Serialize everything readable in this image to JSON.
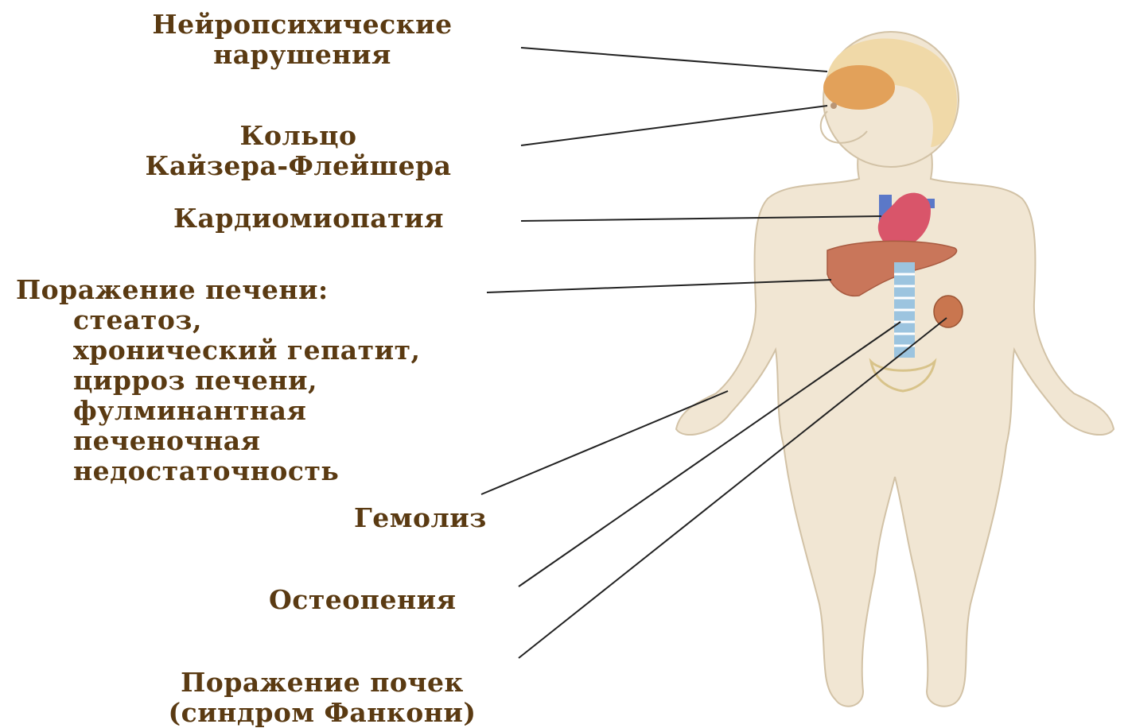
{
  "labels": {
    "neuro": [
      "Нейропсихические",
      "нарушения"
    ],
    "kayser": [
      "Кольцо",
      "Кайзера-Флейшера"
    ],
    "cardio": [
      "Кардиомиопатия"
    ],
    "liver_title": "Поражение печени:",
    "liver_items": [
      "стеатоз,",
      "хронический гепатит,",
      "цирроз печени,",
      "фулминантная",
      "печеночная",
      "недостаточность"
    ],
    "hemolysis": [
      "Гемолиз"
    ],
    "osteopenia": [
      "Остеопения"
    ],
    "kidney": [
      "Поражение почек",
      "(синдром Фанкони)"
    ]
  },
  "colors": {
    "text": "#5a3a12",
    "skin": "#f1e6d3",
    "skin_outline": "#d2c2a6",
    "hair": "#f0d9a8",
    "brain": "#e2a15a",
    "liver": "#c9765a",
    "heart": "#d9556a",
    "vessels": "#5b78c8",
    "spine": "#9cc4df",
    "kidney": "#c9764f",
    "leader": "#222222"
  }
}
